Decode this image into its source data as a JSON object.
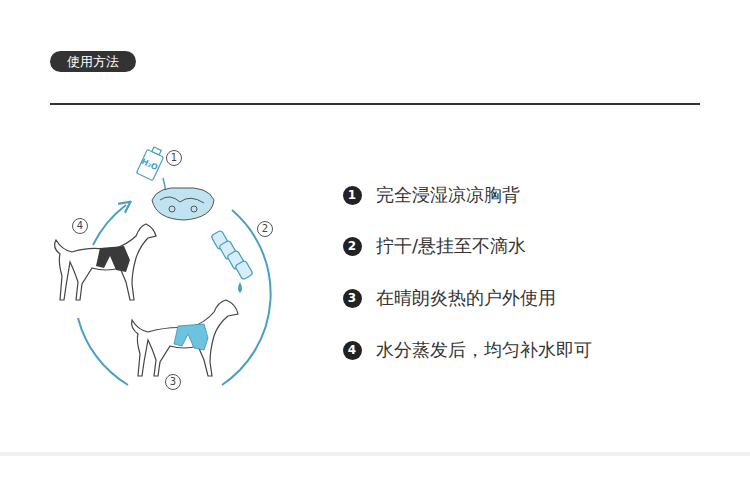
{
  "diagram": {
    "title": "使用方法",
    "nodes": [
      {
        "text": [
          "1"
        ]
      },
      {
        "text": [
          "2"
        ]
      },
      {
        "text": [
          "3"
        ]
      },
      {
        "text": [
          "4"
        ]
      },
      {
        "text": [
          "1"
        ]
      },
      {
        "text": [
          "2"
        ]
      },
      {
        "text": [
          "3"
        ]
      },
      {
        "text": [
          "4"
        ]
      }
    ],
    "labels": [
      "H₂O",
      "完全浸湿凉凉胸背",
      "拧干/悬挂至不滴水",
      "在晴朗炎热的户外使用",
      "水分蒸发后，均匀补水即可"
    ]
  }
}
